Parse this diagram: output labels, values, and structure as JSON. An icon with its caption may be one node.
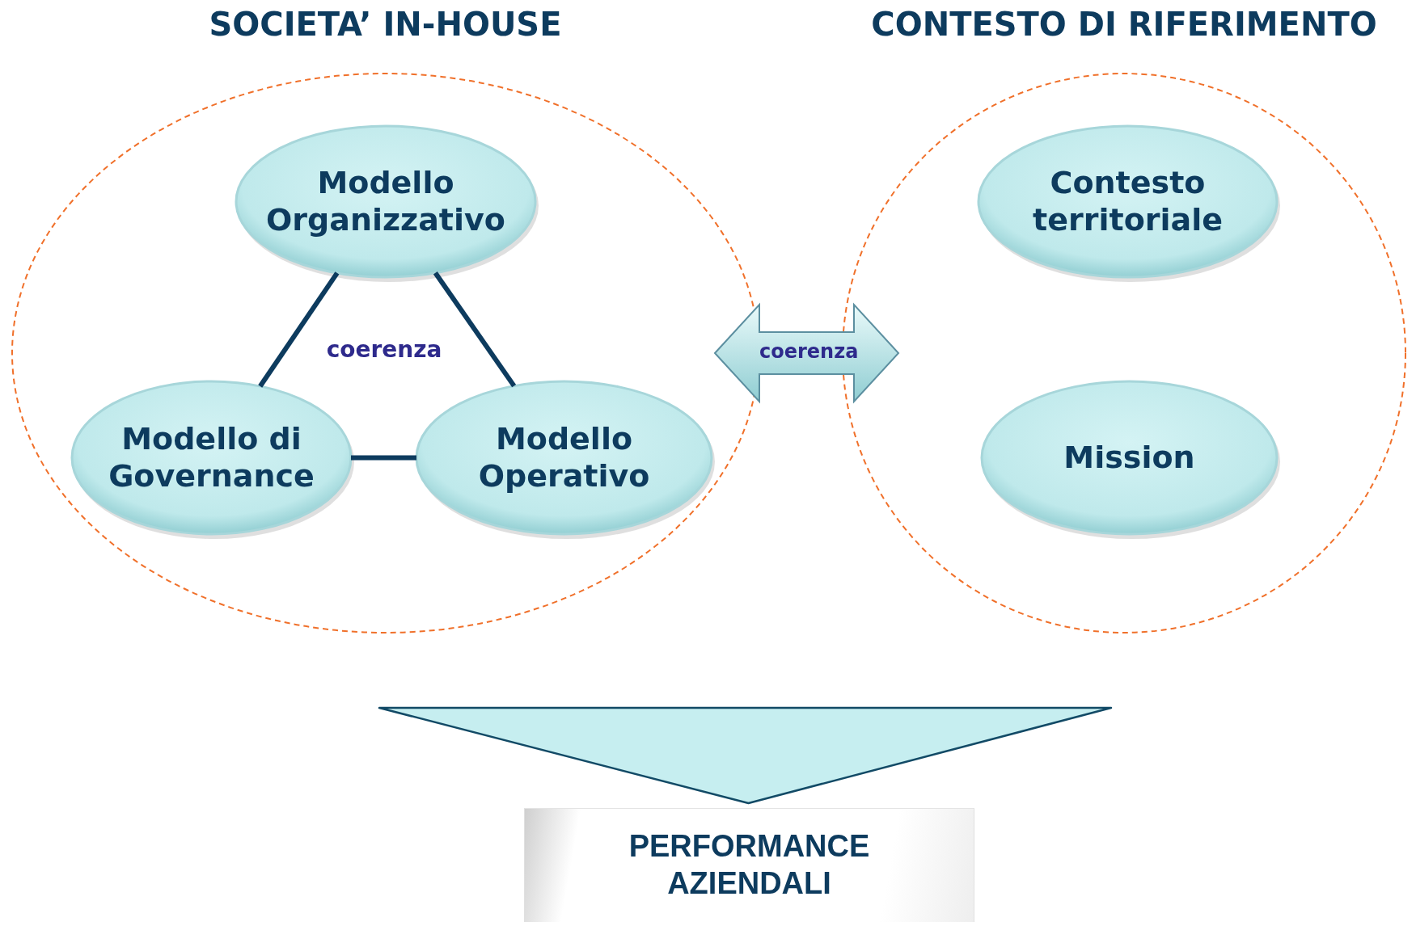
{
  "diagram": {
    "nodes": [
      {
        "text": [
          "SOCIETA’ IN-HOUSE"
        ]
      },
      {
        "text": [
          "Modello Organizzativo"
        ],
        "in": 0
      },
      {
        "text": [
          "Modello di Governance"
        ],
        "in": 0
      },
      {
        "text": [
          "Modello Operativo"
        ],
        "in": 0
      },
      {
        "text": [
          "CONTESTO DI RIFERIMENTO"
        ]
      },
      {
        "text": [
          "Contesto territoriale"
        ],
        "in": 4
      },
      {
        "text": [
          "Mission"
        ],
        "in": 4
      },
      {
        "text": [
          "PERFORMANCE AZIENDALI"
        ]
      }
    ],
    "edges": [
      {
        "from": 1,
        "to": 2,
        "arrow": "none"
      },
      {
        "from": 1,
        "to": 3,
        "arrow": "none"
      },
      {
        "from": 2,
        "to": 3,
        "arrow": "none"
      },
      {
        "from": 0,
        "to": 4,
        "arrow": "both",
        "label": "coerenza"
      },
      {
        "from": null,
        "to": 7,
        "arrow": "to"
      }
    ],
    "labels": [
      "coerenza"
    ]
  }
}
